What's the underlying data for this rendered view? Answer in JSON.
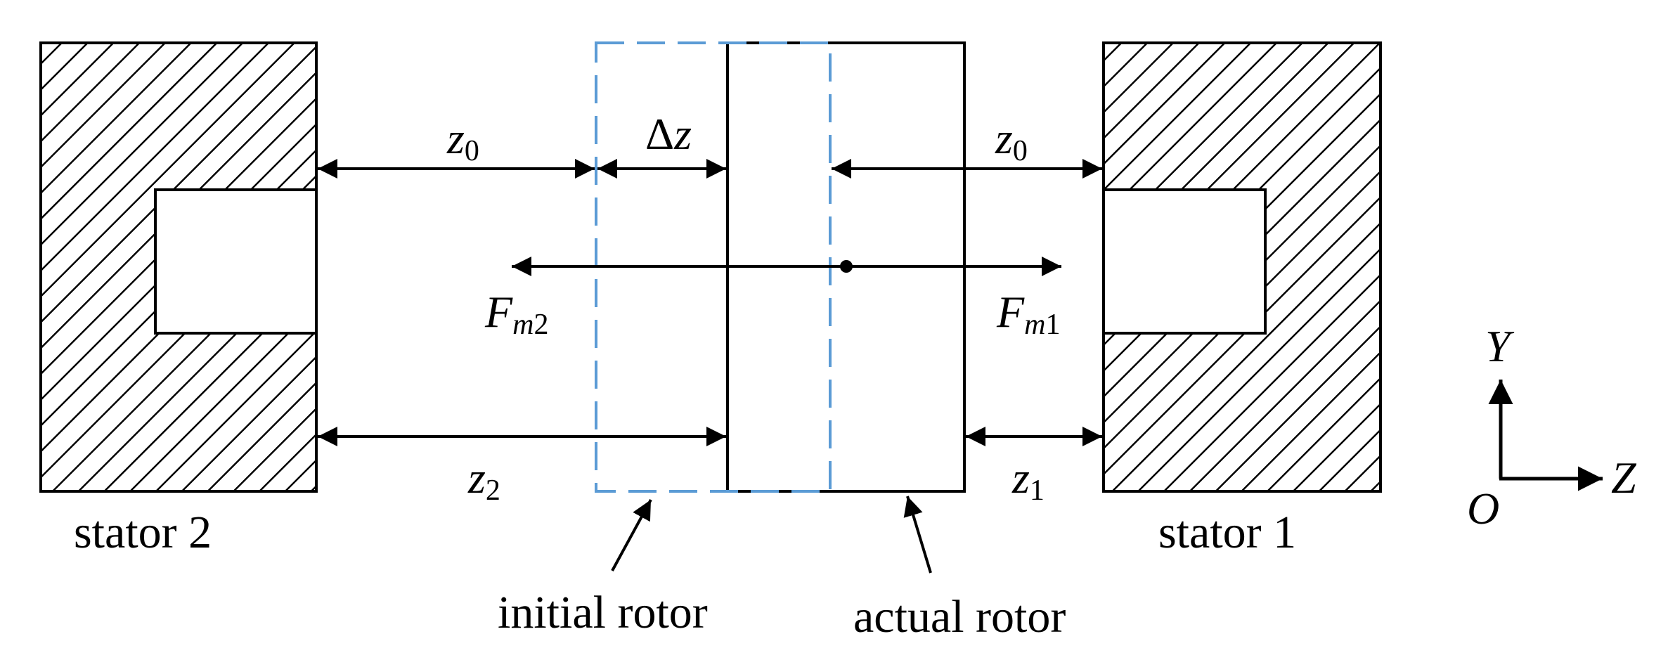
{
  "labels": {
    "stator_left": "stator 2",
    "stator_right": "stator 1",
    "initial_rotor": "initial rotor",
    "actual_rotor": "actual rotor"
  },
  "dimensions": {
    "z0_left": {
      "var": "z",
      "sub": "0"
    },
    "delta_z": {
      "delta": "Δ",
      "var": "z"
    },
    "z0_right": {
      "var": "z",
      "sub": "0"
    },
    "z2": {
      "var": "z",
      "sub": "2"
    },
    "z1": {
      "var": "z",
      "sub": "1"
    }
  },
  "forces": {
    "fm2": {
      "var": "F",
      "sub_var": "m",
      "sub_num": "2"
    },
    "fm1": {
      "var": "F",
      "sub_var": "m",
      "sub_num": "1"
    }
  },
  "axes": {
    "y": "Y",
    "z": "Z",
    "origin": "O"
  },
  "colors": {
    "line": "#000000",
    "initial_rotor_dash": "#5b9bd5",
    "hatch": "#000000"
  }
}
